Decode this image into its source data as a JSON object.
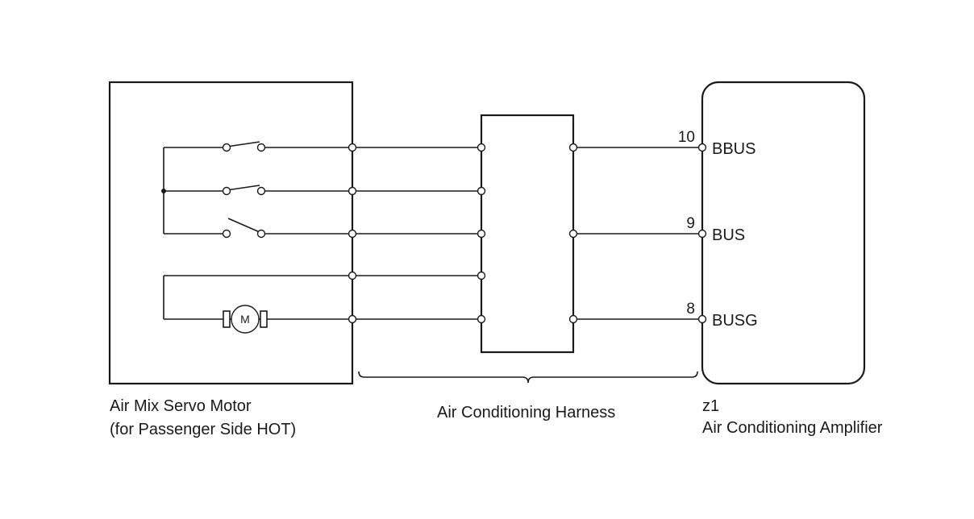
{
  "diagram": {
    "servo_motor": {
      "line1": "Air Mix Servo Motor",
      "line2": "(for Passenger Side HOT)",
      "motor_symbol": "M"
    },
    "harness": {
      "label": "Air Conditioning Harness"
    },
    "amplifier": {
      "connector": "z1",
      "name": "Air Conditioning Amplifier",
      "pins": [
        {
          "number": "10",
          "name": "BBUS"
        },
        {
          "number": "9",
          "name": "BUS"
        },
        {
          "number": "8",
          "name": "BUSG"
        }
      ]
    }
  }
}
